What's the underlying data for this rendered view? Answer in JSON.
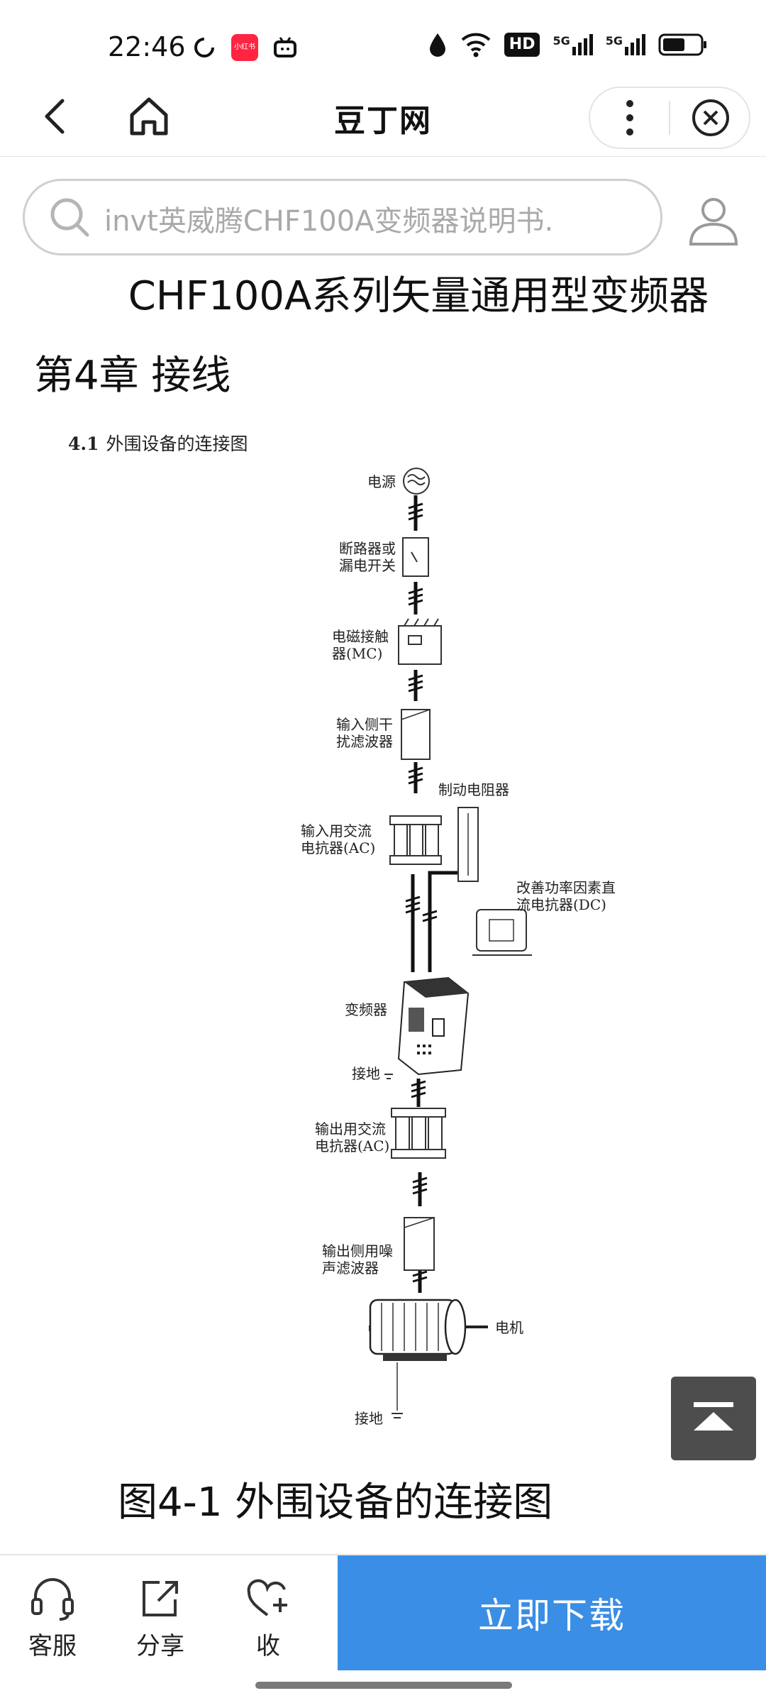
{
  "status_bar": {
    "time": "22:46",
    "left_icons": [
      "sync-icon",
      "xiaohongshu-app-icon",
      "bilibili-tv-icon"
    ],
    "app_badge_text": "小红书",
    "right_icons": [
      "drop-icon",
      "wifi-icon",
      "hd-icon",
      "signal-5g-icon",
      "signal-5g-icon",
      "battery-icon"
    ],
    "hd_label": "HD",
    "network_label": "5G"
  },
  "nav": {
    "title": "豆丁网"
  },
  "search": {
    "placeholder": "invt英威腾CHF100A变频器说明书."
  },
  "document": {
    "title": "CHF100A系列矢量通用型变频器",
    "chapter": "第4章 接线",
    "figure_number": "4.1",
    "figure_heading": "外围设备的连接图",
    "figure_caption": "图4-1 外围设备的连接图",
    "diagram_labels": {
      "power": "电源",
      "breaker_1": "断路器或",
      "breaker_2": "漏电开关",
      "contactor_1": "电磁接触",
      "contactor_2": "器(MC)",
      "input_filter_1": "输入侧干",
      "input_filter_2": "扰滤波器",
      "brake_resistor": "制动电阻器",
      "input_reactor_1": "输入用交流",
      "input_reactor_2": "电抗器(AC)",
      "dc_reactor_1": "改善功率因素直",
      "dc_reactor_2": "流电抗器(DC)",
      "inverter": "变频器",
      "ground_1": "接地",
      "output_reactor_1": "输出用交流",
      "output_reactor_2": "电抗器(AC)",
      "output_filter_1": "输出侧用噪",
      "output_filter_2": "声滤波器",
      "motor": "电机",
      "ground_2": "接地"
    }
  },
  "bottom_bar": {
    "service_label": "客服",
    "share_label": "分享",
    "collect_label": "收",
    "download_label": "立即下载"
  }
}
